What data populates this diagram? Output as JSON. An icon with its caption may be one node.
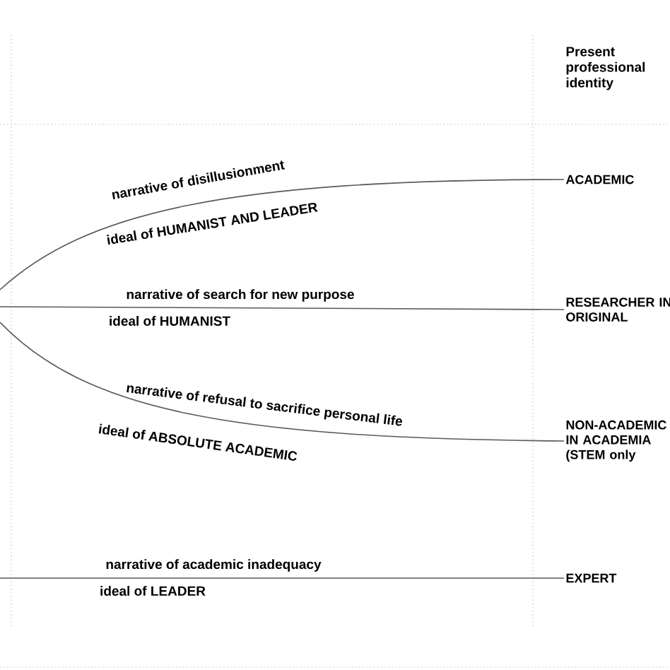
{
  "diagram": {
    "nodes": [
      {
        "text": [
          "ACADEMIC"
        ]
      },
      {
        "text": [
          "RESEARCHER IN ORIGINAL"
        ]
      },
      {
        "text": [
          "NON-ACADEMIC IN ACADEMIA (STEM only"
        ]
      },
      {
        "text": [
          "EXPERT"
        ]
      }
    ],
    "edges": [
      {
        "from": null,
        "to": 0,
        "arrow": "none",
        "label": "narrative of disillusionment"
      },
      {
        "from": null,
        "to": 1,
        "arrow": "none",
        "label": "narrative of search for new purpose"
      },
      {
        "from": null,
        "to": 2,
        "arrow": "none",
        "label": "narrative of refusal to sacrifice personal life"
      },
      {
        "from": null,
        "to": 3,
        "arrow": "none",
        "label": "narrative of academic inadequacy"
      }
    ],
    "labels": [
      "Present professional identity",
      "ideal of HUMANIST AND LEADER",
      "ideal of HUMANIST",
      "ideal of ABSOLUTE ACADEMIC",
      "ideal of LEADER"
    ]
  }
}
